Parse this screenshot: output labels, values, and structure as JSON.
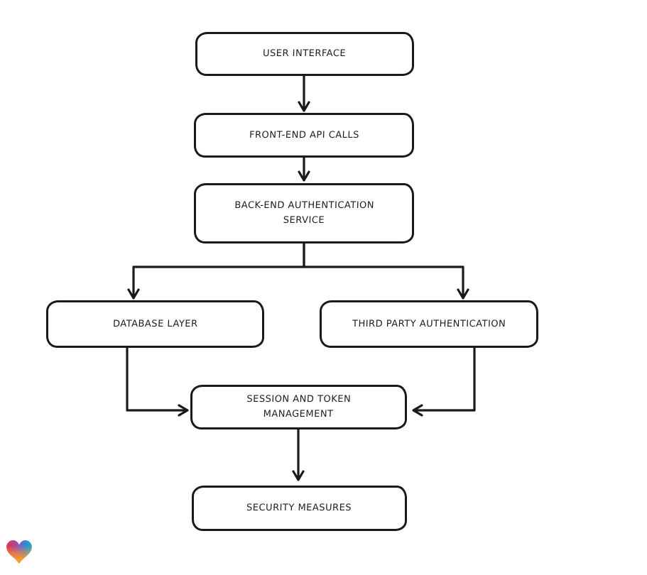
{
  "diagram": {
    "type": "flowchart",
    "background_color": "#ffffff",
    "stroke_color": "#1a1a1a",
    "node_fill_color": "#ffffff",
    "text_color": "#1e1e1e",
    "nodes": [
      {
        "id": "user-interface",
        "label": "USER INTERFACE"
      },
      {
        "id": "front-end-api-calls",
        "label": "FRONT-END API CALLS"
      },
      {
        "id": "back-end-authentication-service",
        "label": "BACK-END AUTHENTICATION\nSERVICE"
      },
      {
        "id": "database-layer",
        "label": "DATABASE LAYER"
      },
      {
        "id": "third-party-authentication",
        "label": "THIRD PARTY AUTHENTICATION"
      },
      {
        "id": "session-and-token-management",
        "label": "SESSION AND TOKEN\nMANAGEMENT"
      },
      {
        "id": "security-measures",
        "label": "SECURITY MEASURES"
      }
    ],
    "edges": [
      {
        "from": "user-interface",
        "to": "front-end-api-calls"
      },
      {
        "from": "front-end-api-calls",
        "to": "back-end-authentication-service"
      },
      {
        "from": "back-end-authentication-service",
        "to": "database-layer"
      },
      {
        "from": "back-end-authentication-service",
        "to": "third-party-authentication"
      },
      {
        "from": "database-layer",
        "to": "session-and-token-management"
      },
      {
        "from": "third-party-authentication",
        "to": "session-and-token-management"
      },
      {
        "from": "session-and-token-management",
        "to": "security-measures"
      }
    ]
  },
  "branding": {
    "logo_icon": "heart-logo",
    "logo_gradient": {
      "red": "#e6323f",
      "purple": "#9a4fb5",
      "blue": "#2792d8",
      "teal": "#22a3c9",
      "orange": "#ff9c27"
    }
  }
}
